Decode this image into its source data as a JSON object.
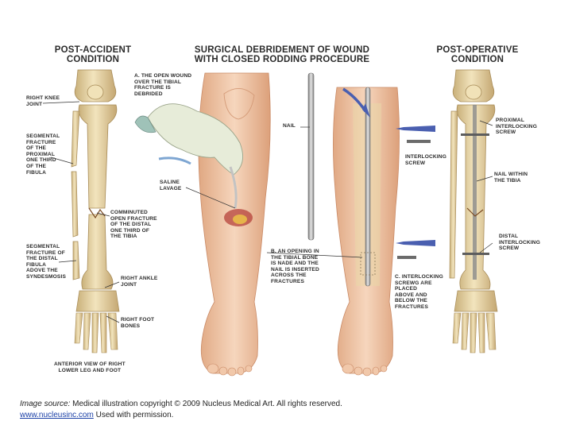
{
  "headings": {
    "post_accident": "POST-ACCIDENT\nCONDITION",
    "surgical": "SURGICAL DEBRIDEMENT OF WOUND\nWITH CLOSED RODDING PROCEDURE",
    "post_operative": "POST-OPERATIVE\nCONDITION"
  },
  "labels": {
    "right_knee_joint": "RIGHT KNEE\nJOINT",
    "segmental_fracture_fibula_proximal": "SEGMENTAL\nFRACTURE\nOF THE\nPROXIMAL\nONE THIRD\nOF THE\nFIBULA",
    "comminuted_fracture": "COMMINUTED\nOPEN FRACTURE\nOF THE DISTAL\nONE THIRD OF\nTHE TIBIA",
    "segmental_fracture_distal_fibula": "SEGMENTAL\nFRACTURE OF\nTHE DISTAL\nFIBULA\nADOVE THE\nSYNDESMOSIS",
    "right_ankle_joint": "RIGHT ANKLE\nJOINT",
    "right_foot_bones": "RIGHT FOOT\nBONES",
    "anterior_view": "ANTERIOR VIEW OF RIGHT\nLOWER LEG AND FOOT",
    "step_a": "A. THE OPEN WOUND\n     OVER THE TIBIAL\n     FRACTURE IS\n     DEBRIDED",
    "saline_lavage": "SALINE\nLAVAGE",
    "nail": "NAIL",
    "step_b": "B. AN OPENING IN\n     THE TIBIAL BONE\n     IS NADE AND THE\n     NAIL IS INSERTED\n     ACROSS THE\n     FRACTURES",
    "interlocking_screw": "INTERLOCKING\nSCREW",
    "step_c": "C. INTERLOCKING\n     SCREWG ARE\n     PLACED\n     ABOVE AND\n     BELOW THE\n     FRACTURES",
    "proximal_screw": "PROXIMAL\nINTERLOCKING\nSCREW",
    "nail_within_tibia": "NAIL WITHIN\nTHE TIBIA",
    "distal_screw": "DISTAL\nINTERLOCKING\nSCREW"
  },
  "footer": {
    "source_prefix": "Image source:",
    "source_text": " Medical illustration copyright © 2009 Nucleus Medical Art. All rights reserved.",
    "link": "www.nucleusinc.com",
    "permission": " Used with permission."
  },
  "colors": {
    "bone": "#e9d7a8",
    "bone_shade": "#c9b07a",
    "skin": "#f3ccb0",
    "skin_shade": "#e2aa86",
    "arrow_blue": "#4a5fb0",
    "glove": "#e7ecd9",
    "metal": "#9a9a9a"
  }
}
